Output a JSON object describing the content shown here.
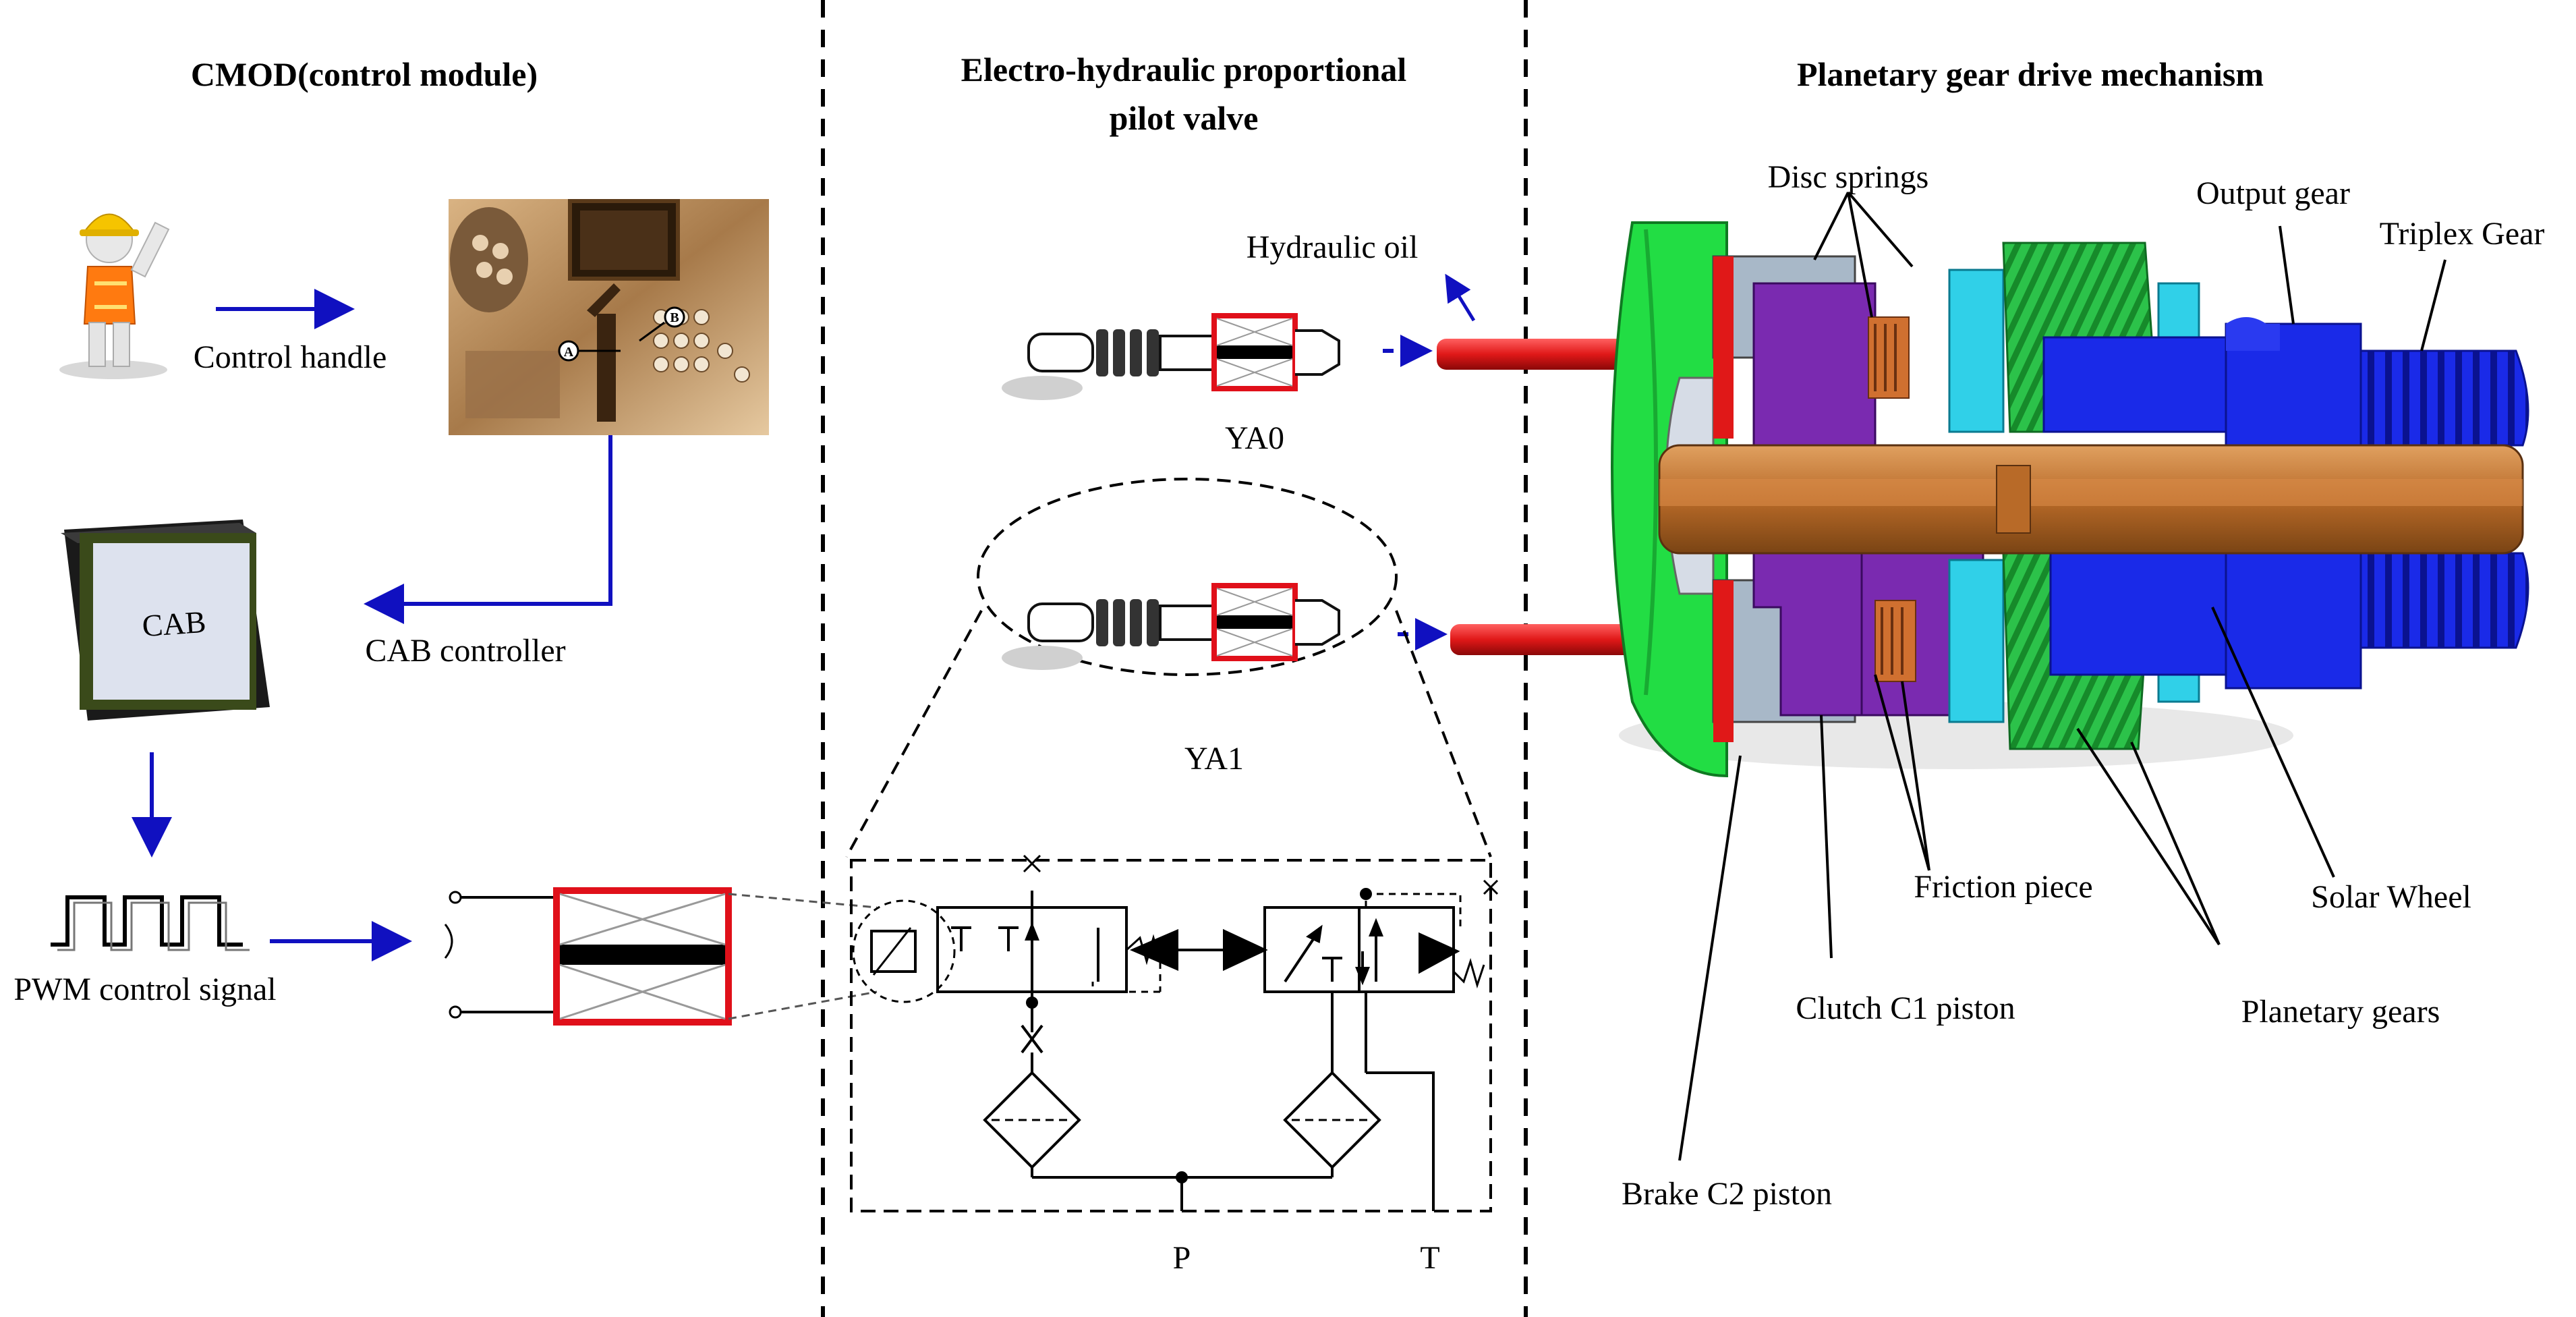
{
  "sections": {
    "left_title": "CMOD(control module)",
    "middle_title_line1": "Electro-hydraulic proportional",
    "middle_title_line2": "pilot valve",
    "right_title": "Planetary gear drive mechanism"
  },
  "left": {
    "control_handle": "Control handle",
    "cab_controller": "CAB controller",
    "cab_box": "CAB",
    "pwm_signal": "PWM control signal",
    "marker_a": "A",
    "marker_b": "B"
  },
  "middle": {
    "hydraulic_oil": "Hydraulic oil",
    "valve_0": "YA0",
    "valve_1": "YA1",
    "port_p": "P",
    "port_t": "T"
  },
  "right": {
    "disc_springs": "Disc springs",
    "output_gear": "Output gear",
    "triplex_gear": "Triplex Gear",
    "friction_piece": "Friction piece",
    "solar_wheel": "Solar Wheel",
    "clutch_c1": "Clutch C1 piston",
    "planetary_gears": "Planetary gears",
    "brake_c2": "Brake C2 piston"
  },
  "colors": {
    "arrow": "#1010c0",
    "cab_frame": "#3a4a1a",
    "cab_face": "#dde2ee",
    "solenoid_red": "#e0101a",
    "pipe_red": "#e01818",
    "housing_green": "#22dd44",
    "shaft_orange": "#c87a3a",
    "piston_purple": "#7a2ab0",
    "gear_blue": "#1a2ae8",
    "ring_cyan": "#30d0e8"
  }
}
